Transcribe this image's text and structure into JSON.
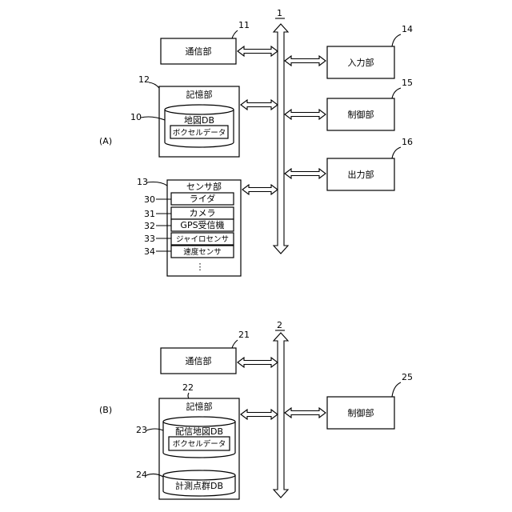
{
  "figure_a": {
    "label": "(A)",
    "bus_ref": "1",
    "communication": {
      "ref": "11",
      "label": "通信部"
    },
    "storage": {
      "ref": "12",
      "label": "記憶部",
      "map_db": {
        "ref": "10",
        "label": "地図DB",
        "voxel": "ボクセルデータ"
      }
    },
    "sensor": {
      "ref": "13",
      "label": "センサ部",
      "items": [
        {
          "ref": "30",
          "label": "ライダ"
        },
        {
          "ref": "31",
          "label": "カメラ"
        },
        {
          "ref": "32",
          "label": "GPS受信機"
        },
        {
          "ref": "33",
          "label": "ジャイロセンサ"
        },
        {
          "ref": "34",
          "label": "速度センサ"
        }
      ],
      "more": "⋮"
    },
    "input": {
      "ref": "14",
      "label": "入力部"
    },
    "control": {
      "ref": "15",
      "label": "制御部"
    },
    "output": {
      "ref": "16",
      "label": "出力部"
    }
  },
  "figure_b": {
    "label": "(B)",
    "bus_ref": "2",
    "communication": {
      "ref": "21",
      "label": "通信部"
    },
    "storage": {
      "ref": "22",
      "label": "記憶部",
      "dist_map_db": {
        "ref": "23",
        "label": "配信地図DB",
        "voxel": "ボクセルデータ"
      },
      "point_cloud_db": {
        "ref": "24",
        "label": "計測点群DB"
      }
    },
    "control": {
      "ref": "25",
      "label": "制御部"
    }
  }
}
